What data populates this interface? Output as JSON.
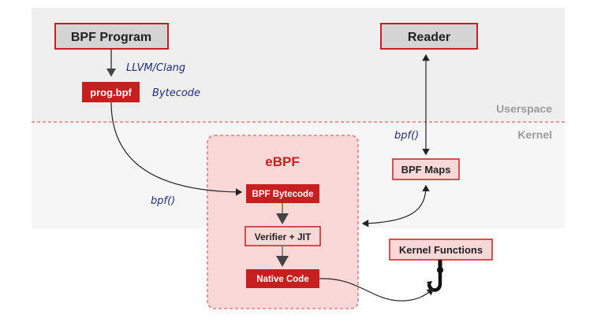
{
  "nodes": {
    "bpf_program": "BPF Program",
    "reader": "Reader",
    "prog_bpf": "prog.bpf",
    "ebpf": "eBPF",
    "bpf_maps": "BPF Maps",
    "bpf_bytecode": "BPF Bytecode",
    "verifier_jit": "Verifier + JIT",
    "native_code": "Native Code",
    "kernel_functions": "Kernel Functions"
  },
  "labels": {
    "llvm_clang": "LLVM/Clang",
    "bytecode": "Bytecode",
    "bpf_call_user": "bpf()",
    "bpf_call_kernel": "bpf()",
    "userspace": "Userspace",
    "kernel": "Kernel"
  },
  "icons": {
    "kernel_hook": "hook-icon"
  },
  "colors": {
    "userspace_band": "#efefef",
    "kernel_band": "#f5f5f5",
    "red_dark": "#c71f1f",
    "red_light_fill": "#fad8d8",
    "red_border": "#e06666",
    "gray_box": "#d4d4d4",
    "navy_text": "#1f2d7a"
  }
}
